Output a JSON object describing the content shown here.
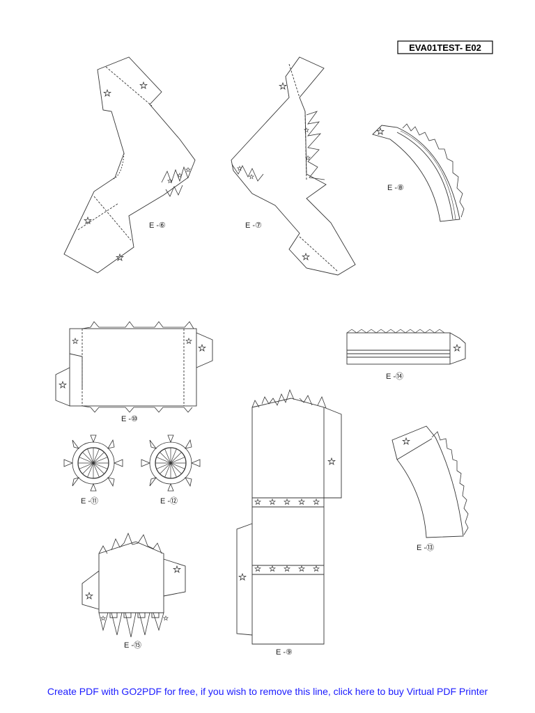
{
  "sheet_code": "EVA01TEST- E02",
  "parts": {
    "e6": "E -⑥",
    "e7": "E -⑦",
    "e8": "E -⑧",
    "e9": "E -⑨",
    "e10": "E -⑩",
    "e11": "E -⑪",
    "e12": "E -⑫",
    "e13": "E -⑬",
    "e14": "E -⑭",
    "e15": "E -⑮"
  },
  "footer_text": "Create PDF with GO2PDF for free, if you wish to remove this line, click here to buy Virtual PDF Printer",
  "colors": {
    "line": "#333333",
    "footer": "#1a1aff"
  }
}
